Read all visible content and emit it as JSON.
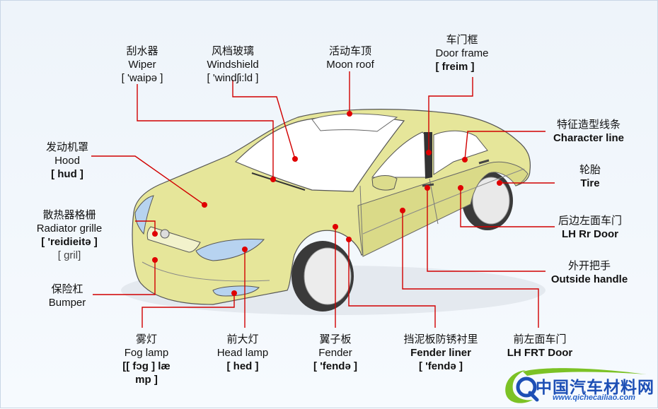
{
  "labels": [
    {
      "id": "wiper",
      "zh": "刮水器",
      "en": "Wiper",
      "ph": "[ 'waipə ]",
      "bold": false
    },
    {
      "id": "windshield",
      "zh": "风档玻璃",
      "en": "Windshield",
      "ph": "[ 'windʃi:ld ]",
      "bold": false
    },
    {
      "id": "moon-roof",
      "zh": "活动车顶",
      "en": "Moon roof",
      "ph": "",
      "bold": false
    },
    {
      "id": "door-frame",
      "zh": "车门框",
      "en": "Door frame",
      "ph": "[ freim ]",
      "bold": false
    },
    {
      "id": "character-line",
      "zh": "特征造型线条",
      "en": "Character line",
      "ph": "",
      "bold": true
    },
    {
      "id": "hood",
      "zh": "发动机罩",
      "en": "Hood",
      "ph": "[ hud ]",
      "bold": false
    },
    {
      "id": "tire",
      "zh": "轮胎",
      "en": "Tire",
      "ph": "",
      "bold": true
    },
    {
      "id": "radiator-grille",
      "zh": "散热器格栅",
      "en": "Radiator grille",
      "ph": "[ 'reidieitə ]",
      "ph2": "[ gril]",
      "bold": false
    },
    {
      "id": "lh-rr-door",
      "zh": "后边左面车门",
      "en": "LH Rr Door",
      "ph": "",
      "bold": true
    },
    {
      "id": "outside-handle",
      "zh": "外开把手",
      "en": "Outside handle",
      "ph": "",
      "bold": true
    },
    {
      "id": "bumper",
      "zh": "保险杠",
      "en": "Bumper",
      "ph": "",
      "bold": false
    },
    {
      "id": "fog-lamp",
      "zh": "雾灯",
      "en": "Fog lamp",
      "ph": "[[ fɔg ]   læ",
      "ph2": "mp ]",
      "bold": false
    },
    {
      "id": "head-lamp",
      "zh": "前大灯",
      "en": "Head lamp",
      "ph": "[ hed ]",
      "bold": false
    },
    {
      "id": "fender",
      "zh": "翼子板",
      "en": "Fender",
      "ph": "[ 'fendə ]",
      "bold": false
    },
    {
      "id": "fender-liner",
      "zh": "挡泥板防锈衬里",
      "en": "Fender liner",
      "ph": "[ 'fendə ]",
      "bold": true
    },
    {
      "id": "lh-frt-door",
      "zh": "前左面车门",
      "en": "LH FRT Door",
      "ph": "",
      "bold": true
    }
  ],
  "logo": {
    "name": "中国汽车材料网",
    "url": "www.qichecailiao.com"
  },
  "colors": {
    "body": "#e6e69a",
    "body_shadow": "#cfcf7a",
    "glass": "#ffffff",
    "lamp": "#b7d3f0",
    "leader": "#d10000",
    "outline": "#555555",
    "tire": "#3a3a3a",
    "logo_blue": "#1d4fb5",
    "logo_green": "#7cc225"
  }
}
